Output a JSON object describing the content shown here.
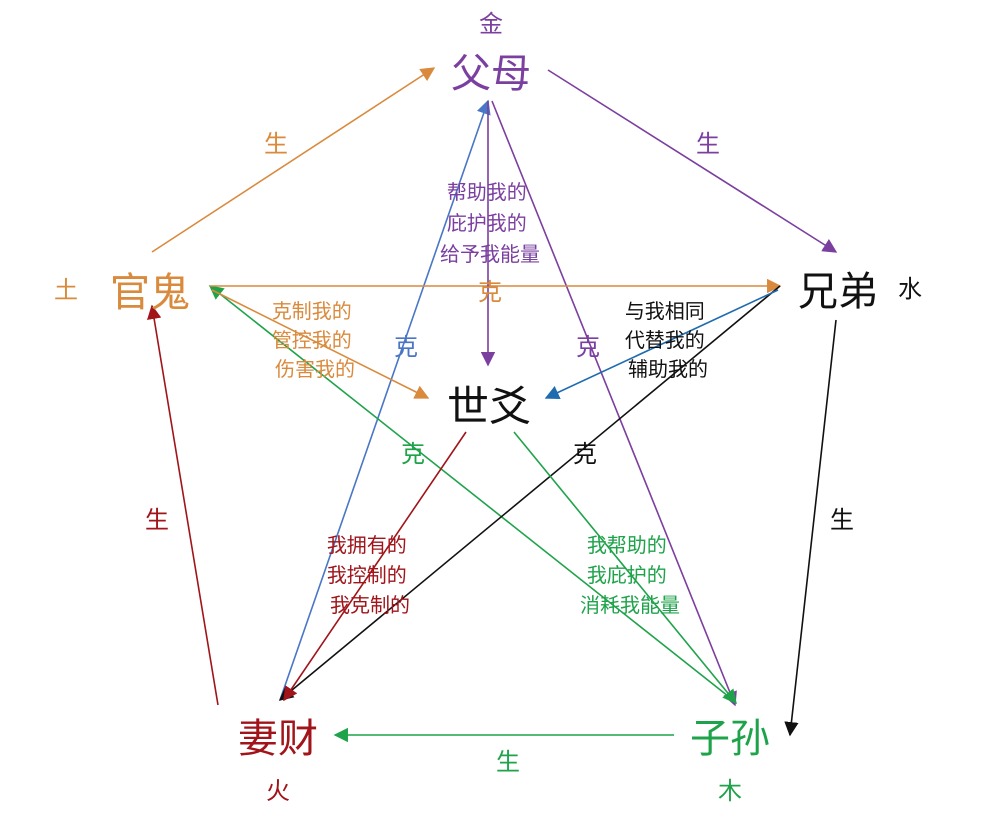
{
  "colors": {
    "father": "#7b3fa0",
    "brother": "#111111",
    "offspring": "#1fa34a",
    "wife": "#a0141a",
    "official": "#d98a3c",
    "blue": "#4a76c6",
    "blue_dark": "#1f6bb0"
  },
  "nodes": {
    "father": {
      "label": "父母",
      "element": "金"
    },
    "brother": {
      "label": "兄弟",
      "element": "水"
    },
    "offspring": {
      "label": "子孙",
      "element": "木"
    },
    "wife": {
      "label": "妻财",
      "element": "火"
    },
    "official": {
      "label": "官鬼",
      "element": "土"
    },
    "self": {
      "label": "世爻"
    }
  },
  "edge_labels": {
    "sheng": "生",
    "ke": "克"
  },
  "descriptions": {
    "father": [
      "帮助我的",
      "庇护我的",
      "给予我能量"
    ],
    "official": [
      "克制我的",
      "管控我的",
      "伤害我的"
    ],
    "brother": [
      "与我相同",
      "代替我的",
      "辅助我的"
    ],
    "wife": [
      "我拥有的",
      "我控制的",
      "我克制的"
    ],
    "offspring": [
      "我帮助的",
      "我庇护的",
      "消耗我能量"
    ]
  }
}
